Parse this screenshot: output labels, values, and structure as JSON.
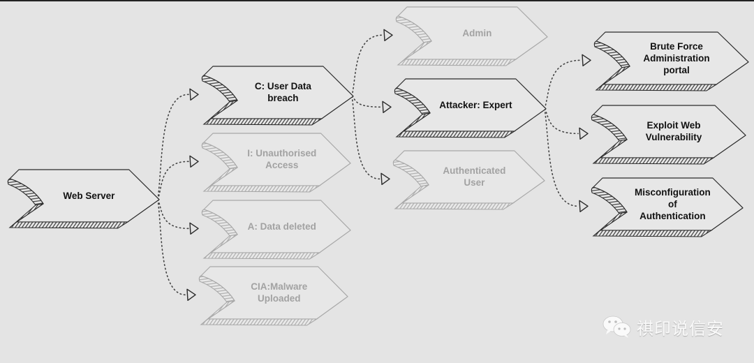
{
  "diagram": {
    "title": "Attack tree",
    "colors": {
      "background": "#e4e4e4",
      "active_stroke": "#2a2a2a",
      "dim_stroke": "#a8a8a8",
      "active_text": "#111111",
      "dim_text": "#a2a2a2",
      "shape_fill": "#e7e7e7"
    },
    "nodes": [
      {
        "id": "web-server",
        "label": "Web Server",
        "state": "active"
      },
      {
        "id": "c-user-data-breach",
        "label": "C: User Data breach",
        "state": "active"
      },
      {
        "id": "i-unauthorised-access",
        "label": "I: Unauthorised Access",
        "state": "dim"
      },
      {
        "id": "a-data-deleted",
        "label": "A: Data deleted",
        "state": "dim"
      },
      {
        "id": "cia-malware-uploaded",
        "label": "CIA:Malware Uploaded",
        "state": "dim"
      },
      {
        "id": "admin",
        "label": "Admin",
        "state": "dim"
      },
      {
        "id": "attacker-expert",
        "label": "Attacker: Expert",
        "state": "active"
      },
      {
        "id": "authenticated-user",
        "label": "Authenticated User",
        "state": "dim"
      },
      {
        "id": "brute-force-admin-portal",
        "label": "Brute Force Administration portal",
        "state": "active"
      },
      {
        "id": "exploit-web-vulnerability",
        "label": "Exploit Web Vulnerability",
        "state": "active"
      },
      {
        "id": "misconfiguration-of-authentication",
        "label": "Misconfiguration of Authentication",
        "state": "active"
      }
    ],
    "edges": [
      {
        "from": "web-server",
        "to": "c-user-data-breach"
      },
      {
        "from": "web-server",
        "to": "i-unauthorised-access"
      },
      {
        "from": "web-server",
        "to": "a-data-deleted"
      },
      {
        "from": "web-server",
        "to": "cia-malware-uploaded"
      },
      {
        "from": "c-user-data-breach",
        "to": "admin"
      },
      {
        "from": "c-user-data-breach",
        "to": "attacker-expert"
      },
      {
        "from": "c-user-data-breach",
        "to": "authenticated-user"
      },
      {
        "from": "attacker-expert",
        "to": "brute-force-admin-portal"
      },
      {
        "from": "attacker-expert",
        "to": "exploit-web-vulnerability"
      },
      {
        "from": "attacker-expert",
        "to": "misconfiguration-of-authentication"
      }
    ]
  },
  "watermark": {
    "icon": "wechat-icon",
    "text": "祺印说信安"
  }
}
